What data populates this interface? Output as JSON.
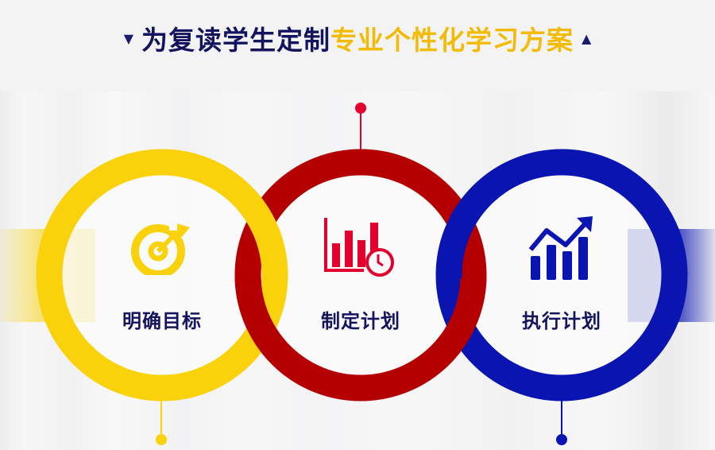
{
  "title": {
    "part1": "为复读学生定制",
    "part2": "专业个性化学习方案",
    "left_marker": "▼",
    "right_marker": "▲"
  },
  "colors": {
    "yellow": "#f9d20c",
    "red": "#b40000",
    "blue": "#0a14b0",
    "navy_text": "#14145e",
    "title_yellow": "#f3bb06",
    "icon_red": "#e4002d"
  },
  "steps": [
    {
      "label": "明确目标",
      "icon": "target-arrow-icon",
      "color": "#f9d20c"
    },
    {
      "label": "制定计划",
      "icon": "bar-chart-clock-icon",
      "color": "#b40000"
    },
    {
      "label": "执行计划",
      "icon": "growth-chart-icon",
      "color": "#0a14b0"
    }
  ]
}
